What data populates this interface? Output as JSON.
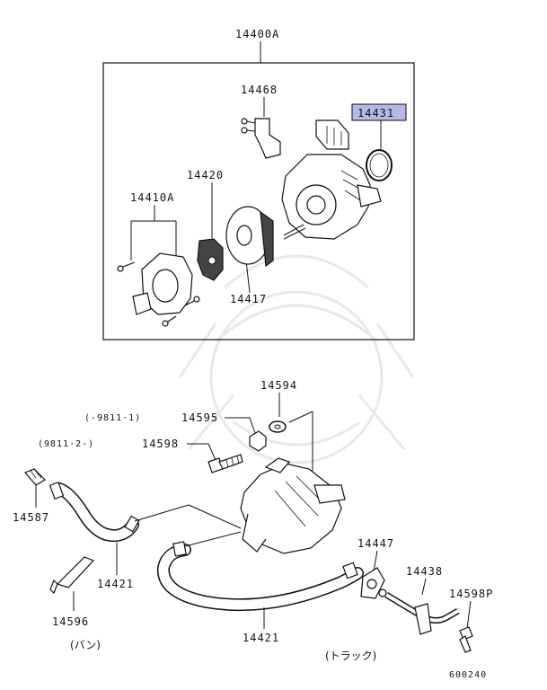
{
  "assembly_label": "14400A",
  "parts": {
    "p14468": "14468",
    "p14431": "14431",
    "p14420": "14420",
    "p14410A": "14410A",
    "p14417": "14417",
    "p14594": "14594",
    "p14595": "14595",
    "p14598": "14598",
    "p14587": "14587",
    "p14421_left": "14421",
    "p14421_bottom": "14421",
    "p14447": "14447",
    "p14438": "14438",
    "p14598P": "14598P",
    "p14596": "14596"
  },
  "notes": {
    "range_upto": "(-9811·1)",
    "range_from": "(9811·2-)",
    "van": "(バン)",
    "truck": "(トラック)"
  },
  "diagram_code": "600240",
  "highlight_color": "#b8b8e8"
}
